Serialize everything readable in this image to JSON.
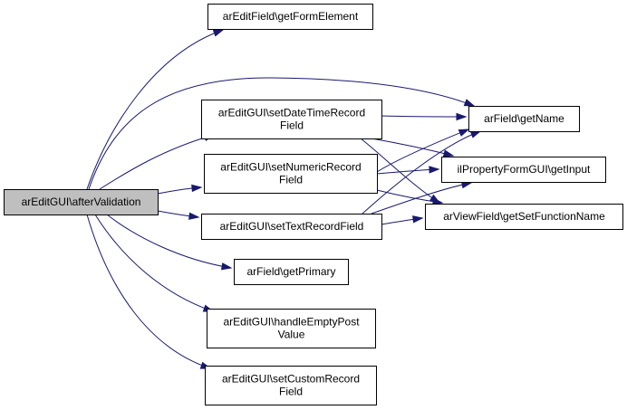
{
  "diagram": {
    "type": "call-graph",
    "colors": {
      "edge": "#191970",
      "root_fill": "#bfbfbf",
      "node_fill": "#ffffff",
      "node_border": "#000000"
    },
    "nodes": [
      {
        "id": "afterValidation",
        "lines": [
          "arEditGUI\\afterValidation"
        ],
        "root": true
      },
      {
        "id": "getFormElement",
        "lines": [
          "arEditField\\getFormElement"
        ]
      },
      {
        "id": "setDateTime",
        "lines": [
          "arEditGUI\\setDateTimeRecord",
          "Field"
        ]
      },
      {
        "id": "setNumeric",
        "lines": [
          "arEditGUI\\setNumericRecord",
          "Field"
        ]
      },
      {
        "id": "setText",
        "lines": [
          "arEditGUI\\setTextRecordField"
        ]
      },
      {
        "id": "getPrimary",
        "lines": [
          "arField\\getPrimary"
        ]
      },
      {
        "id": "handleEmpty",
        "lines": [
          "arEditGUI\\handleEmptyPost",
          "Value"
        ]
      },
      {
        "id": "setCustom",
        "lines": [
          "arEditGUI\\setCustomRecord",
          "Field"
        ]
      },
      {
        "id": "getName",
        "lines": [
          "arField\\getName"
        ]
      },
      {
        "id": "getInput",
        "lines": [
          "ilPropertyFormGUI\\getInput"
        ]
      },
      {
        "id": "getSetFunctionName",
        "lines": [
          "arViewField\\getSetFunctionName"
        ]
      }
    ],
    "edges": [
      {
        "from": "afterValidation",
        "to": "getFormElement"
      },
      {
        "from": "afterValidation",
        "to": "getName"
      },
      {
        "from": "afterValidation",
        "to": "setDateTime"
      },
      {
        "from": "afterValidation",
        "to": "setNumeric"
      },
      {
        "from": "afterValidation",
        "to": "setText"
      },
      {
        "from": "afterValidation",
        "to": "getPrimary"
      },
      {
        "from": "afterValidation",
        "to": "handleEmpty"
      },
      {
        "from": "afterValidation",
        "to": "setCustom"
      },
      {
        "from": "setDateTime",
        "to": "getName"
      },
      {
        "from": "setDateTime",
        "to": "getInput"
      },
      {
        "from": "setDateTime",
        "to": "getSetFunctionName"
      },
      {
        "from": "setNumeric",
        "to": "getName"
      },
      {
        "from": "setNumeric",
        "to": "getInput"
      },
      {
        "from": "setNumeric",
        "to": "getSetFunctionName"
      },
      {
        "from": "setText",
        "to": "getName"
      },
      {
        "from": "setText",
        "to": "getInput"
      },
      {
        "from": "setText",
        "to": "getSetFunctionName"
      }
    ]
  }
}
